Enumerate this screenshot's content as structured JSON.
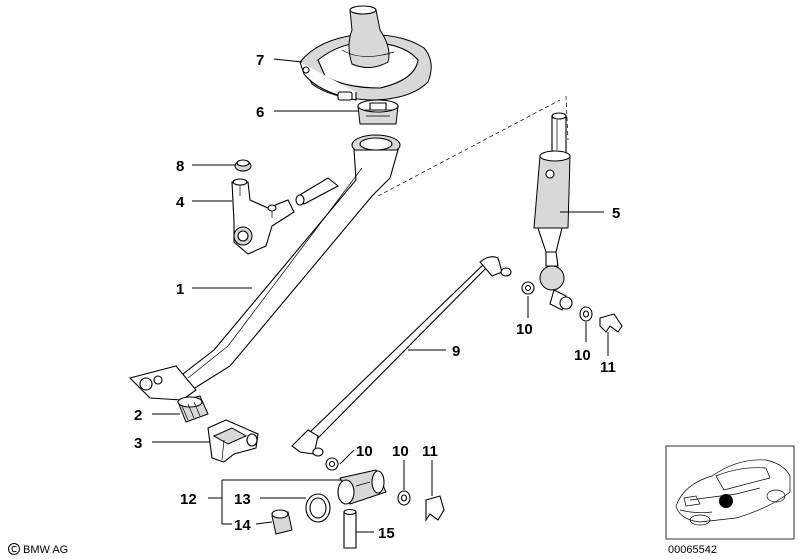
{
  "callouts": [
    {
      "id": "1",
      "label": "1"
    },
    {
      "id": "2",
      "label": "2"
    },
    {
      "id": "3",
      "label": "3"
    },
    {
      "id": "4",
      "label": "4"
    },
    {
      "id": "5",
      "label": "5"
    },
    {
      "id": "6",
      "label": "6"
    },
    {
      "id": "7",
      "label": "7"
    },
    {
      "id": "8",
      "label": "8"
    },
    {
      "id": "9",
      "label": "9"
    },
    {
      "id": "10a",
      "label": "10"
    },
    {
      "id": "10b",
      "label": "10"
    },
    {
      "id": "10c",
      "label": "10"
    },
    {
      "id": "10d",
      "label": "10"
    },
    {
      "id": "11a",
      "label": "11"
    },
    {
      "id": "11b",
      "label": "11"
    },
    {
      "id": "12",
      "label": "12"
    },
    {
      "id": "13",
      "label": "13"
    },
    {
      "id": "14",
      "label": "14"
    },
    {
      "id": "15",
      "label": "15"
    }
  ],
  "footer": {
    "copyright_symbol": "©",
    "brand": "BMW AG",
    "diagram_number": "00065542"
  },
  "colors": {
    "line": "#000000",
    "shade": "#d8d8d8",
    "background": "#ffffff"
  },
  "icons": [
    "copyright-icon",
    "car-locator-icon"
  ]
}
